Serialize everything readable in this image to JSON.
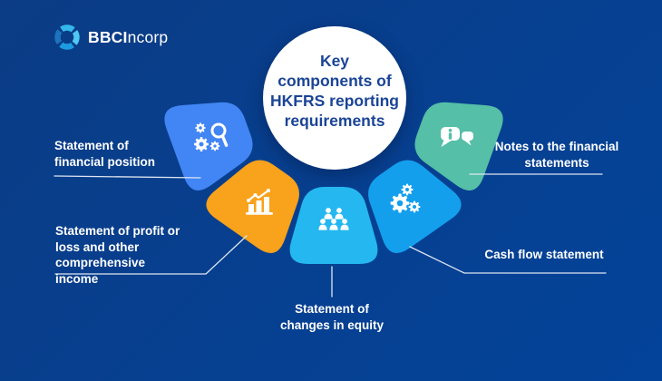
{
  "colors": {
    "bg_from": "#0B3C85",
    "bg_to": "#03439A",
    "circle": "#FFFFFF",
    "title_text": "#1A4496",
    "label_text": "#FFFFFF",
    "connector": "#DDE6F2",
    "logo_text": "#FFFFFF",
    "swirl_1": "#4FC9F3",
    "swirl_2": "#1C9CE0",
    "swirl_3": "#1B74BD",
    "swirl_4": "#33B7EC"
  },
  "logo": {
    "bold": "BBCI",
    "regular": "ncorp"
  },
  "title": {
    "text": "Key components of HKFRS reporting requirements",
    "lines": [
      "Key",
      "components of",
      "HKFRS reporting",
      "requirements"
    ]
  },
  "items": [
    {
      "label": "Statement of financial position",
      "icon": "search-gears-icon",
      "color": "#4285F4"
    },
    {
      "label": "Statement of profit or loss and other comprehensive income",
      "icon": "bar-chart-icon",
      "color": "#F9A21B"
    },
    {
      "label": "Statement of changes in equity",
      "icon": "team-icon",
      "color": "#25B7F0"
    },
    {
      "label": "Cash flow statement",
      "icon": "gears-icon",
      "color": "#149FED"
    },
    {
      "label": "Notes to the financial statements",
      "icon": "chat-info-icon",
      "color": "#55BFA7"
    }
  ]
}
